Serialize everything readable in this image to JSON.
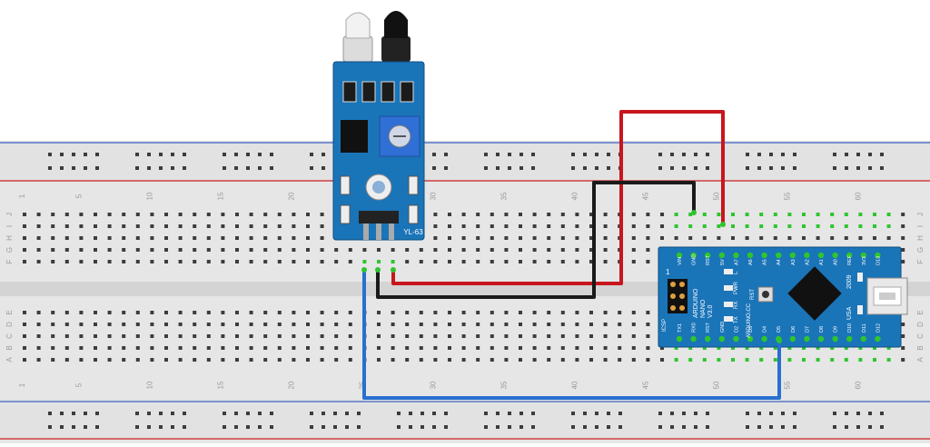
{
  "breadboard": {
    "column_numbers": [
      "1",
      "5",
      "10",
      "15",
      "20",
      "25",
      "30",
      "35",
      "40",
      "45",
      "50",
      "55",
      "60"
    ],
    "row_letters_top": [
      "J",
      "I",
      "H",
      "G",
      "F"
    ],
    "row_letters_bottom": [
      "E",
      "D",
      "C",
      "B",
      "A"
    ]
  },
  "sensor": {
    "model_label": "YL-63"
  },
  "arduino": {
    "board_text_1": "ARDUINO",
    "board_text_2": "NANO",
    "board_text_3": "V3.0",
    "site_text": "ARDUINO.CC",
    "year_text": "2009",
    "usa_text": "USA",
    "icsp_text": "ICSP",
    "rst_text": "RST",
    "pwr_text": "PWR",
    "tx_text": "TX",
    "rx_text": "RX",
    "l_text": "L",
    "pin1_text": "1",
    "top_pins": [
      "VIN",
      "GND",
      "RST",
      "5V",
      "A7",
      "A6",
      "A5",
      "A4",
      "A3",
      "A2",
      "A1",
      "A0",
      "REF",
      "3V3",
      "D13"
    ],
    "bottom_pins": [
      "TX1",
      "RX0",
      "RST",
      "GND",
      "D2",
      "D3",
      "D4",
      "D5",
      "D6",
      "D7",
      "D8",
      "D9",
      "D10",
      "D11",
      "D12"
    ]
  },
  "colors": {
    "wire_red": "#c8161d",
    "wire_black": "#1a1a1a",
    "wire_blue": "#2a6fd0",
    "hole_active": "#2ec52e",
    "board_blue": "#1a74b8"
  }
}
